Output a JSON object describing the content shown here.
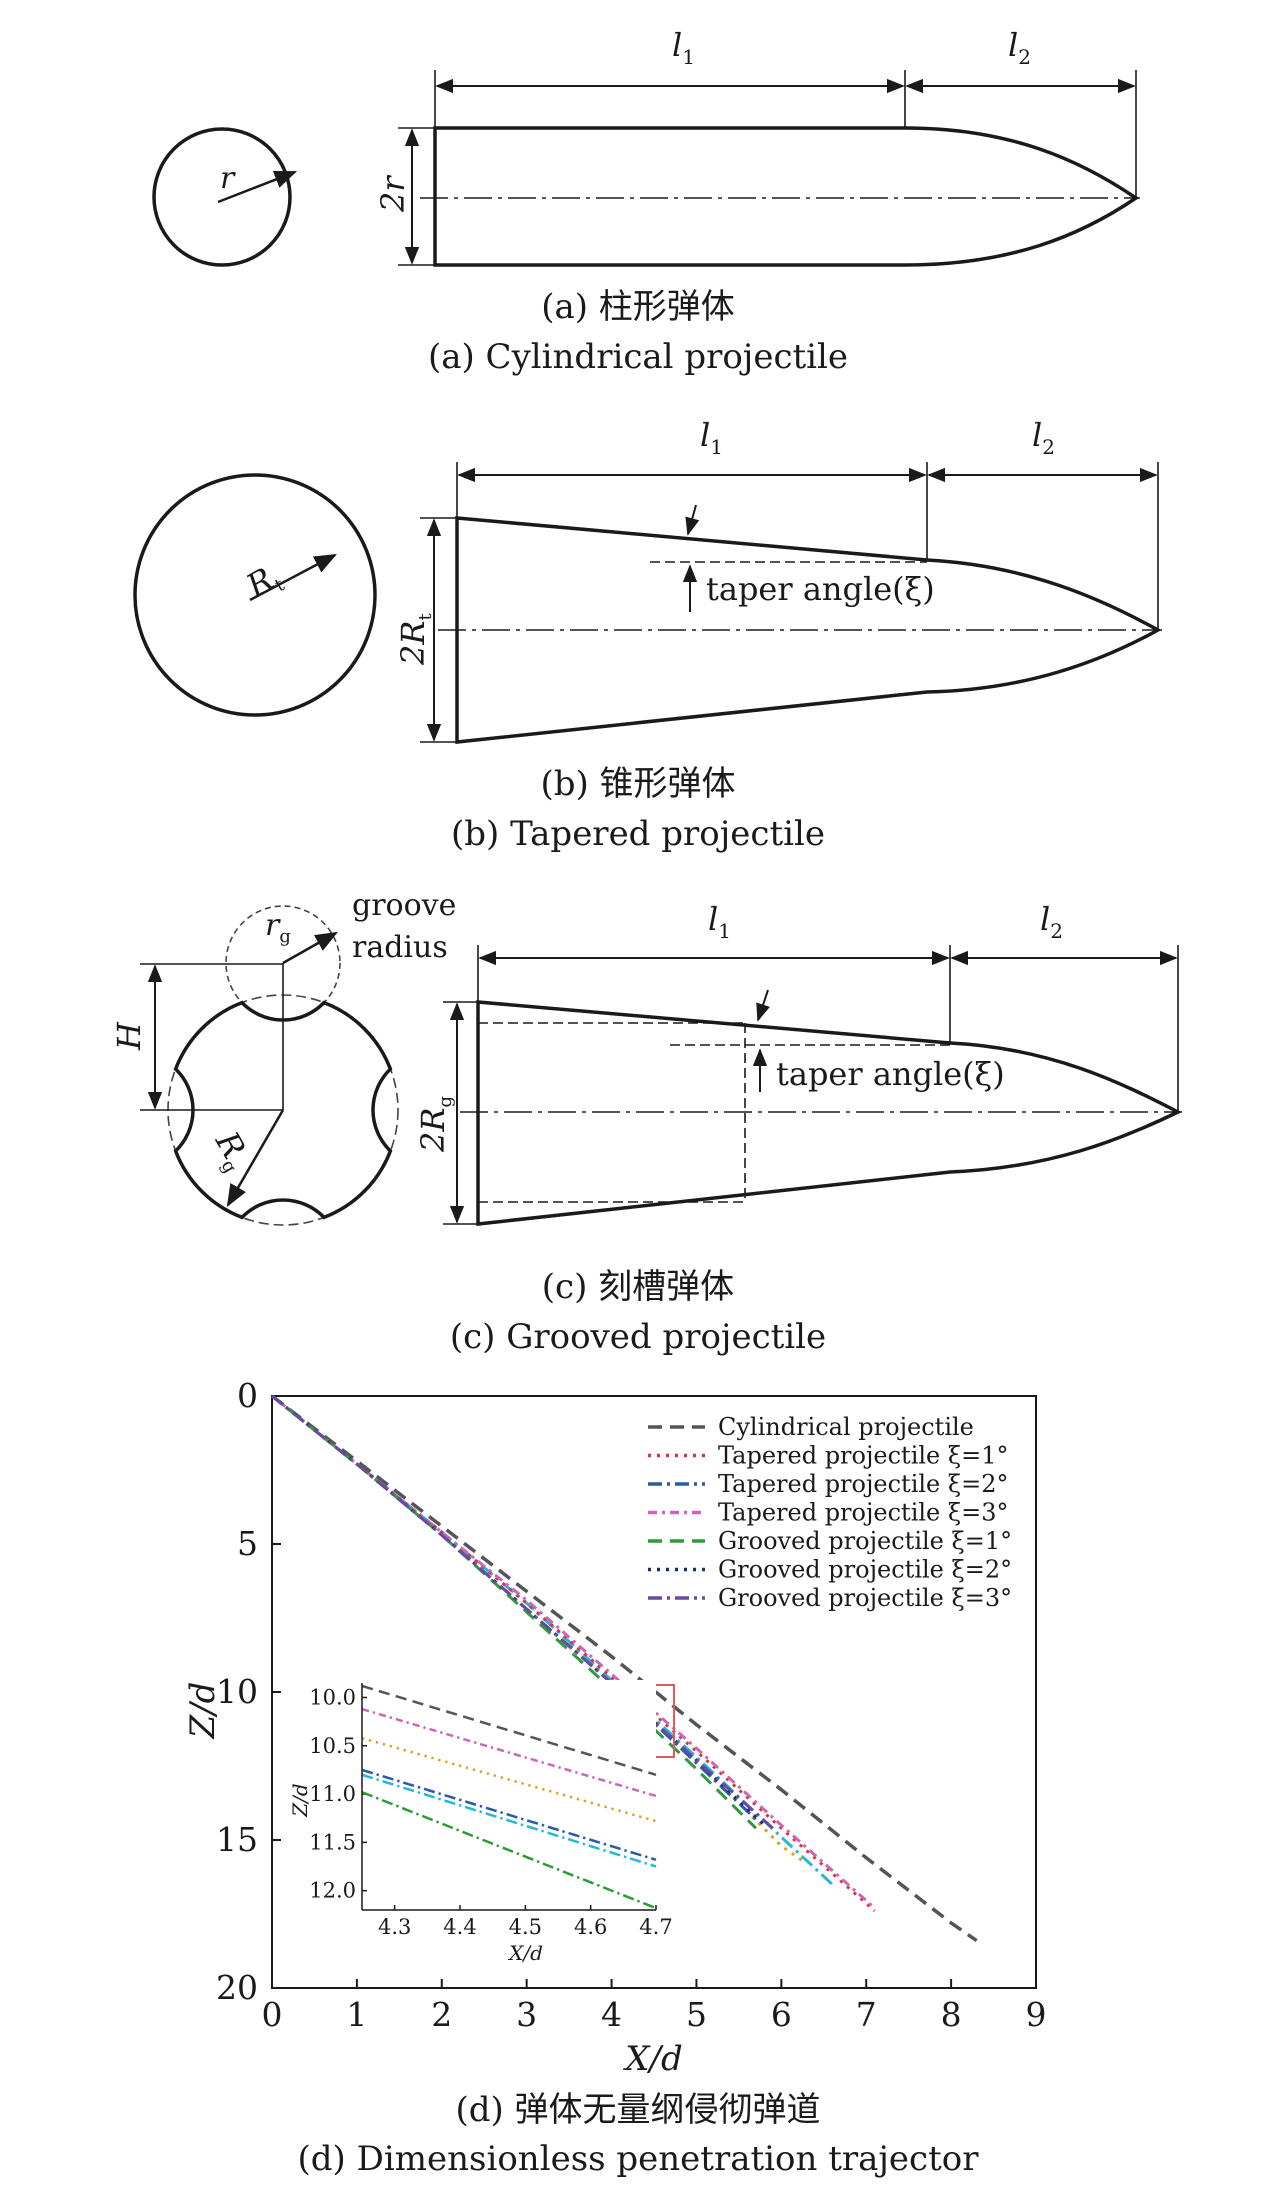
{
  "panel_a": {
    "radius_label": "r",
    "height_label": "2r",
    "len1_label": "l1",
    "len2_label": "l2",
    "caption_cn": "(a) 柱形弹体",
    "caption_en": "(a) Cylindrical projectile"
  },
  "panel_b": {
    "radius_label": "Rt",
    "height_label": "2Rt",
    "len1_label": "l1",
    "len2_label": "l2",
    "taper_label": "taper angle(ξ)",
    "caption_cn": "(b) 锥形弹体",
    "caption_en": "(b) Tapered projectile"
  },
  "panel_c": {
    "groove_r_label": "rg",
    "groove_text_1": "groove",
    "groove_text_2": "radius",
    "h_label": "H",
    "rg_label": "Rg",
    "height_label": "2Rg",
    "len1_label": "l1",
    "len2_label": "l2",
    "taper_label": "taper angle(ξ)",
    "caption_cn": "(c) 刻槽弹体",
    "caption_en": "(c) Grooved projectile"
  },
  "panel_d": {
    "caption_cn": "(d) 弹体无量纲侵彻弹道",
    "caption_en": "(d) Dimensionless penetration trajector"
  },
  "chart_data": {
    "type": "line",
    "title": "",
    "xlabel": "X/d",
    "ylabel": "Z/d",
    "xlim": [
      0,
      9
    ],
    "ylim": [
      20,
      0
    ],
    "xticks": [
      0,
      1,
      2,
      3,
      4,
      5,
      6,
      7,
      8,
      9
    ],
    "yticks": [
      0,
      5,
      10,
      15,
      20
    ],
    "legend_position": "top-right",
    "series": [
      {
        "name": "Cylindrical projectile",
        "color": "#555555",
        "dash": "dash",
        "x": [
          0,
          1,
          2,
          3,
          4,
          5,
          6,
          7,
          8,
          8.3
        ],
        "y": [
          0,
          2.2,
          4.4,
          6.6,
          8.8,
          11.1,
          13.3,
          15.6,
          17.8,
          18.4
        ]
      },
      {
        "name": "Tapered projectile ξ=1°",
        "color": "#e0303a",
        "dash": "dot",
        "x": [
          0,
          1,
          2,
          3,
          4,
          5,
          6,
          7.1
        ],
        "y": [
          0,
          2.3,
          4.6,
          7.0,
          9.5,
          12.0,
          14.6,
          17.4
        ]
      },
      {
        "name": "Tapered projectile ξ=2°",
        "color": "#2a5aa8",
        "dash": "dashdot",
        "x": [
          0,
          1,
          2,
          3,
          4,
          5,
          5.7
        ],
        "y": [
          0,
          2.3,
          4.7,
          7.2,
          9.7,
          12.4,
          14.3
        ]
      },
      {
        "name": "Tapered projectile ξ=3°",
        "color": "#cc66bb",
        "dash": "dashdot2",
        "x": [
          0,
          1,
          2,
          3,
          4,
          5,
          6,
          7.1
        ],
        "y": [
          0,
          2.3,
          4.6,
          6.9,
          9.4,
          11.9,
          14.5,
          17.3
        ]
      },
      {
        "name": "Grooved projectile ξ=1°",
        "color": "#2f9a3a",
        "dash": "dash",
        "x": [
          0,
          1,
          2,
          3,
          4,
          5,
          5.7
        ],
        "y": [
          0,
          2.3,
          4.7,
          7.3,
          9.9,
          12.6,
          14.6
        ]
      },
      {
        "name": "Grooved projectile ξ=2°",
        "color": "#1c2a7a",
        "dash": "dot",
        "x": [
          0,
          1,
          2,
          3,
          4,
          5,
          5.8
        ],
        "y": [
          0,
          2.3,
          4.7,
          7.2,
          9.7,
          12.3,
          14.5
        ]
      },
      {
        "name": "Grooved projectile ξ=3°",
        "color": "#6a4aa0",
        "dash": "dashdot",
        "x": [
          0,
          1,
          2,
          3,
          4,
          5,
          5.9
        ],
        "y": [
          0,
          2.3,
          4.7,
          7.2,
          9.7,
          12.3,
          14.6
        ]
      }
    ],
    "extra_lines": [
      {
        "color": "#e0a020",
        "dash": "dot",
        "x": [
          0,
          1,
          2,
          3,
          4,
          5,
          6,
          6.3
        ],
        "y": [
          0,
          2.3,
          4.6,
          7.0,
          9.6,
          12.3,
          15.2,
          15.8
        ]
      },
      {
        "color": "#22b8d8",
        "dash": "dashdot",
        "x": [
          0,
          1,
          2,
          3,
          4,
          5,
          6,
          6.6
        ],
        "y": [
          0,
          2.3,
          4.6,
          7.0,
          9.6,
          12.2,
          14.9,
          16.5
        ]
      }
    ],
    "inset": {
      "xlabel": "X/d",
      "ylabel": "Z/d",
      "xlim": [
        4.25,
        4.7
      ],
      "ylim": [
        12.2,
        9.85
      ],
      "xticks": [
        "4.3",
        "4.4",
        "4.5",
        "4.6",
        "4.7"
      ],
      "yticks": [
        "10.0",
        "10.5",
        "11.0",
        "11.5",
        "12.0"
      ],
      "lines": [
        {
          "color": "#555555",
          "dash": "dash",
          "x": [
            4.25,
            4.7
          ],
          "y": [
            9.88,
            10.8
          ]
        },
        {
          "color": "#cc66bb",
          "dash": "dashdot2",
          "x": [
            4.25,
            4.7
          ],
          "y": [
            10.12,
            11.02
          ]
        },
        {
          "color": "#e0a020",
          "dash": "dot",
          "x": [
            4.25,
            4.7
          ],
          "y": [
            10.42,
            11.28
          ]
        },
        {
          "color": "#2a5aa8",
          "dash": "dashdot",
          "x": [
            4.25,
            4.7
          ],
          "y": [
            10.75,
            11.68
          ]
        },
        {
          "color": "#22b8d8",
          "dash": "dashdot",
          "x": [
            4.25,
            4.7
          ],
          "y": [
            10.8,
            11.75
          ]
        },
        {
          "color": "#2f9a3a",
          "dash": "dashdot",
          "x": [
            4.25,
            4.7
          ],
          "y": [
            10.98,
            12.18
          ]
        }
      ]
    }
  }
}
